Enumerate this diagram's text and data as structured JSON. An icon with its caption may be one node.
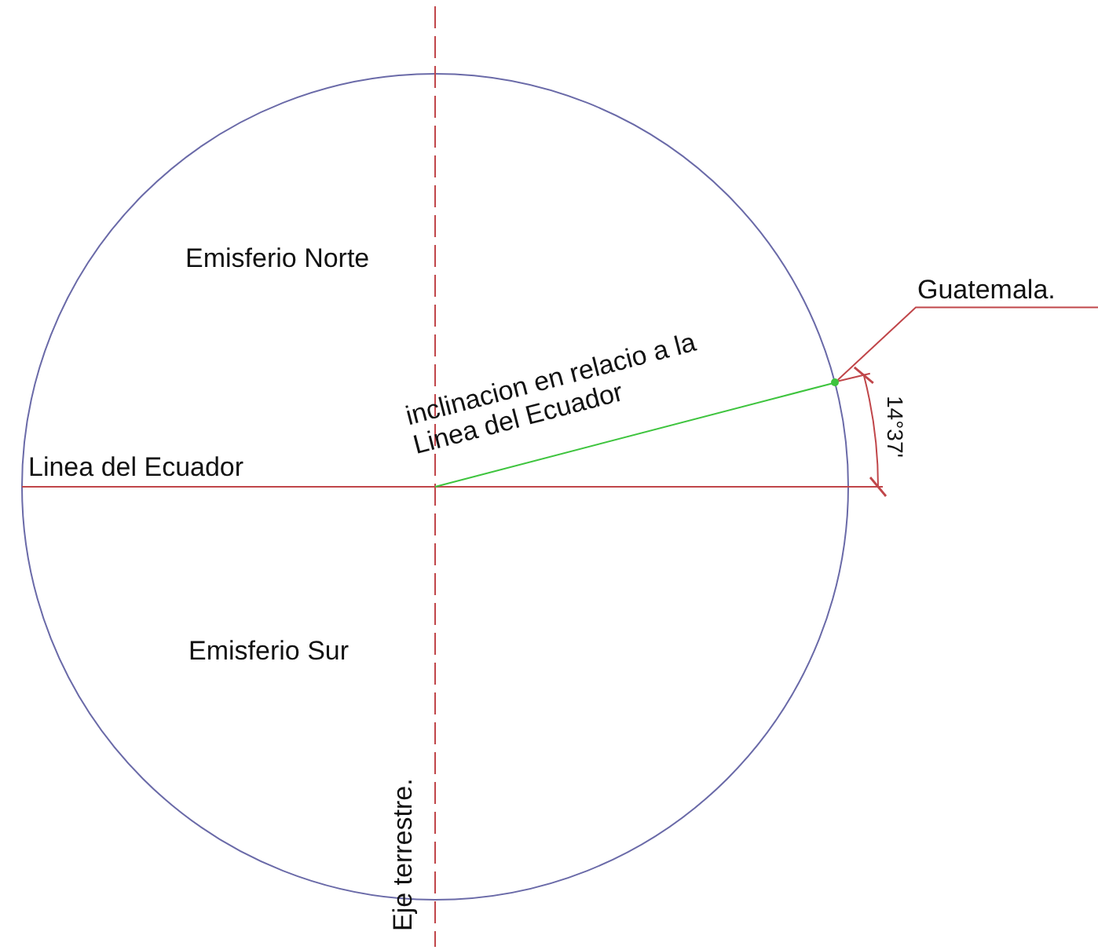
{
  "diagram": {
    "nodes": [
      {
        "text": [
          "Guatemala."
        ]
      },
      {
        "text": [],
        "shape": "circle"
      }
    ],
    "edges": [
      {
        "from": 0,
        "to": 1,
        "arrow": "none"
      }
    ],
    "labels": [
      "Emisferio Norte",
      "inclinacion en relacio a la Linea del Ecuador",
      "Linea del Ecuador",
      "14°37'",
      "Emisferio Sur",
      "Eje terrestre."
    ]
  }
}
